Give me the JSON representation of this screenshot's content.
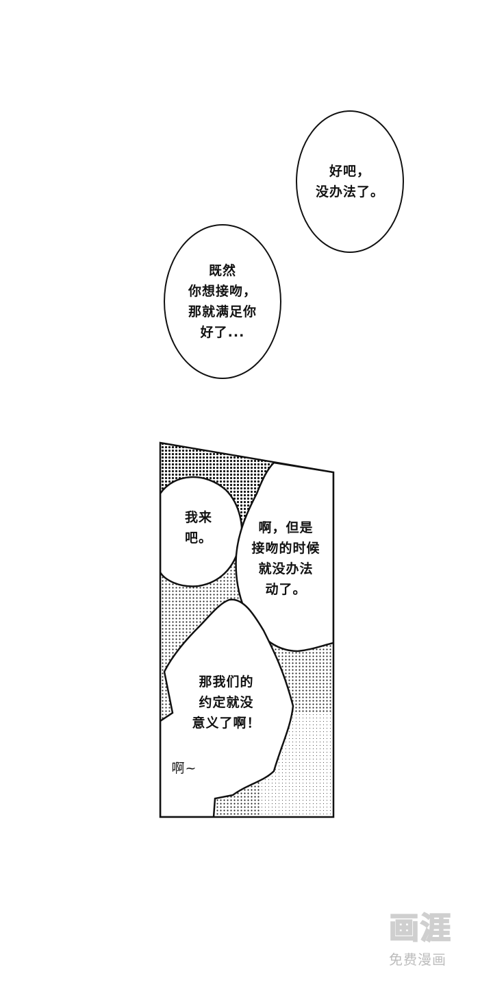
{
  "bubbles": {
    "top_right": "好吧，\n没办法了。",
    "middle_left": "既然\n你想接吻，\n那就满足你\n好了..."
  },
  "panel": {
    "bubble_left": "我来\n吧。",
    "bubble_right": "啊，但是\n接吻的时候\n就没办法\n动了。",
    "bubble_bottom": "那我们的\n约定就没\n意义了啊！",
    "sfx": "啊~"
  },
  "watermark": {
    "logo": "画涯",
    "subtitle": "免费漫画"
  }
}
